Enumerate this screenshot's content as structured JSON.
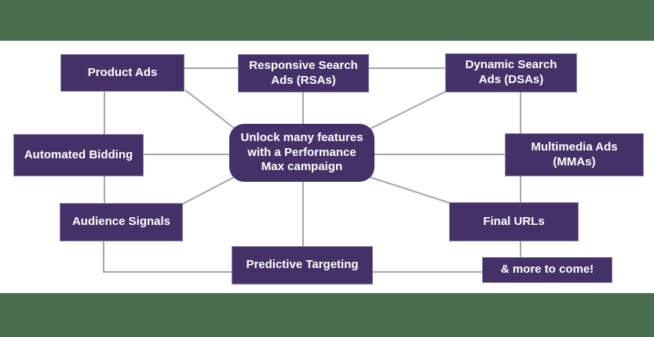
{
  "diagram": {
    "nodes": {
      "center": {
        "label": "Unlock many features\nwith a Performance\nMax campaign"
      },
      "product_ads": {
        "label": "Product Ads"
      },
      "responsive_search_ads": {
        "label": "Responsive Search\nAds (RSAs)"
      },
      "dynamic_search_ads": {
        "label": "Dynamic Search\nAds (DSAs)"
      },
      "automated_bidding": {
        "label": "Automated Bidding"
      },
      "multimedia_ads": {
        "label": "Multimedia Ads\n(MMAs)"
      },
      "audience_signals": {
        "label": "Audience Signals"
      },
      "final_urls": {
        "label": "Final URLs"
      },
      "predictive_targeting": {
        "label": "Predictive Targeting"
      },
      "more_to_come": {
        "label": "& more to come!"
      }
    },
    "edges": [
      {
        "from": "center",
        "to": "product_ads"
      },
      {
        "from": "center",
        "to": "responsive_search_ads"
      },
      {
        "from": "center",
        "to": "dynamic_search_ads"
      },
      {
        "from": "center",
        "to": "automated_bidding"
      },
      {
        "from": "center",
        "to": "multimedia_ads"
      },
      {
        "from": "center",
        "to": "audience_signals"
      },
      {
        "from": "center",
        "to": "predictive_targeting"
      },
      {
        "from": "center",
        "to": "final_urls"
      },
      {
        "from": "product_ads",
        "to": "responsive_search_ads"
      },
      {
        "from": "responsive_search_ads",
        "to": "dynamic_search_ads"
      },
      {
        "from": "product_ads",
        "to": "automated_bidding"
      },
      {
        "from": "automated_bidding",
        "to": "audience_signals"
      },
      {
        "from": "dynamic_search_ads",
        "to": "multimedia_ads"
      },
      {
        "from": "multimedia_ads",
        "to": "final_urls"
      },
      {
        "from": "final_urls",
        "to": "more_to_come"
      },
      {
        "from": "audience_signals",
        "to": "predictive_targeting"
      },
      {
        "from": "predictive_targeting",
        "to": "more_to_come"
      }
    ]
  },
  "colors": {
    "box_purple": "#443168",
    "banner_green": "#4A7051",
    "line_gray": "#A6A6A6",
    "text_white": "#FFFFFF"
  }
}
